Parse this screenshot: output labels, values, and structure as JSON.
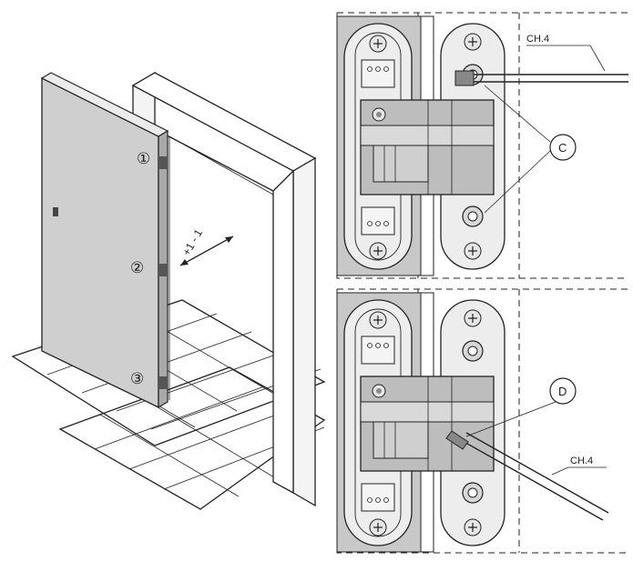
{
  "colors": {
    "ink": "#222222",
    "door_panel": "#cfcfcf",
    "hinge_body": "#bdbdbd",
    "recess": "#c8c8c8",
    "screw": "#e6e6e6"
  },
  "door": {
    "markers": [
      "①",
      "②",
      "③"
    ],
    "adjust_label": "+1 - 1"
  },
  "detail_top": {
    "tool_label": "CH.4",
    "callout": "C"
  },
  "detail_bottom": {
    "tool_label": "CH.4",
    "callout": "D"
  }
}
